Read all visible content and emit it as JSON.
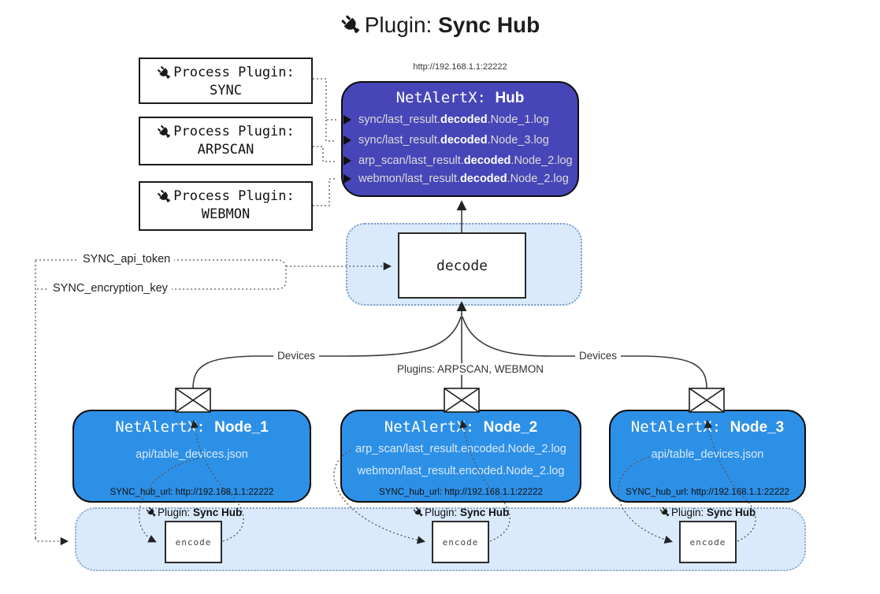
{
  "title": {
    "prefix": "Plugin: ",
    "name": "Sync Hub"
  },
  "colors": {
    "hub_fill": "#4646b8",
    "node_fill": "#2d90e7",
    "panel_fill": "#d9eafc",
    "panel_border": "#8ea9c8",
    "line": "#3c3c3c"
  },
  "process_plugins": [
    {
      "line1": "Process Plugin:",
      "name": "SYNC"
    },
    {
      "line1": "Process Plugin:",
      "name": "ARPSCAN"
    },
    {
      "line1": "Process Plugin:",
      "name": "WEBMON"
    }
  ],
  "hub": {
    "url": "http://192.168.1.1:22222",
    "title_prefix": "NetAlertX: ",
    "title_name": "Hub",
    "items": [
      {
        "pre": "sync/last_result.",
        "bold": "decoded",
        "post": ".Node_1.log"
      },
      {
        "pre": "sync/last_result.",
        "bold": "decoded",
        "post": ".Node_3.log"
      },
      {
        "pre": "arp_scan/last_result.",
        "bold": "decoded",
        "post": ".Node_2.log"
      },
      {
        "pre": "webmon/last_result.",
        "bold": "decoded",
        "post": ".Node_2.log"
      }
    ]
  },
  "decode": {
    "label": "decode"
  },
  "settings": {
    "api_token": "SYNC_api_token",
    "encryption_key": "SYNC_encryption_key"
  },
  "edges": {
    "devices_left": "Devices",
    "devices_right": "Devices",
    "plugins_center": "Plugins: ARPSCAN, WEBMON"
  },
  "nodes": [
    {
      "title_prefix": "NetAlertX: ",
      "title_name": "Node_1",
      "files": [
        "api/table_devices.json"
      ],
      "hub_url": "SYNC_hub_url: http://192.168.1.1:22222"
    },
    {
      "title_prefix": "NetAlertX: ",
      "title_name": "Node_2",
      "files": [
        "arp_scan/last_result.encoded.Node_2.log",
        "webmon/last_result.encoded.Node_2.log"
      ],
      "hub_url": "SYNC_hub_url: http://192.168.1.1:22222"
    },
    {
      "title_prefix": "NetAlertX: ",
      "title_name": "Node_3",
      "files": [
        "api/table_devices.json"
      ],
      "hub_url": "SYNC_hub_url: http://192.168.1.1:22222"
    }
  ],
  "encoders": [
    {
      "plugin_prefix": "Plugin: ",
      "plugin_name": "Sync Hub",
      "label": "encode"
    },
    {
      "plugin_prefix": "Plugin: ",
      "plugin_name": "Sync Hub",
      "label": "encode"
    },
    {
      "plugin_prefix": "Plugin: ",
      "plugin_name": "Sync Hub",
      "label": "encode"
    }
  ]
}
